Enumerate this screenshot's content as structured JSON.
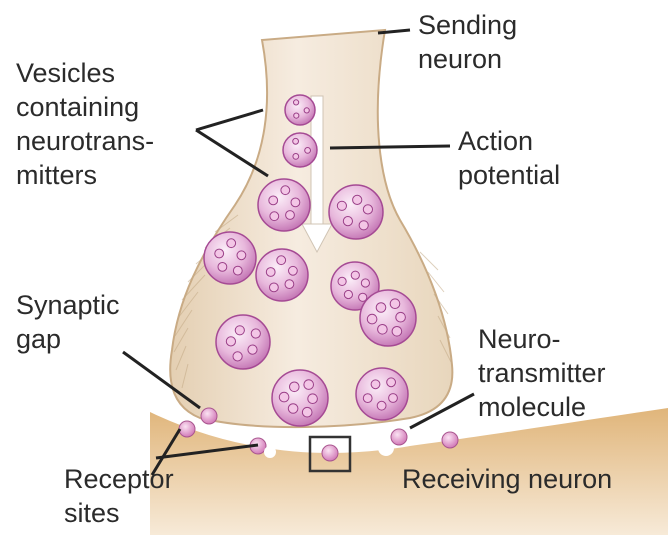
{
  "labels": {
    "sending_neuron": [
      "Sending",
      "neuron"
    ],
    "vesicles": [
      "Vesicles",
      "containing",
      "neurotrans-",
      "mitters"
    ],
    "action_potential": [
      "Action",
      "potential"
    ],
    "synaptic_gap": [
      "Synaptic",
      "gap"
    ],
    "neurotransmitter_molecule": [
      "Neuro-",
      "transmitter",
      "molecule"
    ],
    "receptor_sites": [
      "Receptor",
      "sites"
    ],
    "receiving_neuron": [
      "Receiving neuron"
    ]
  },
  "colors": {
    "sending_neuron_fill": "#f1e4d0",
    "sending_neuron_edge": "#c9ab85",
    "receiving_neuron_fill": "#e6c28c",
    "vesicle_fill": "#e8b8dc",
    "vesicle_edge": "#a54a94",
    "molecule_fill": "#e59ad0",
    "label_text": "#2b2b2b"
  }
}
